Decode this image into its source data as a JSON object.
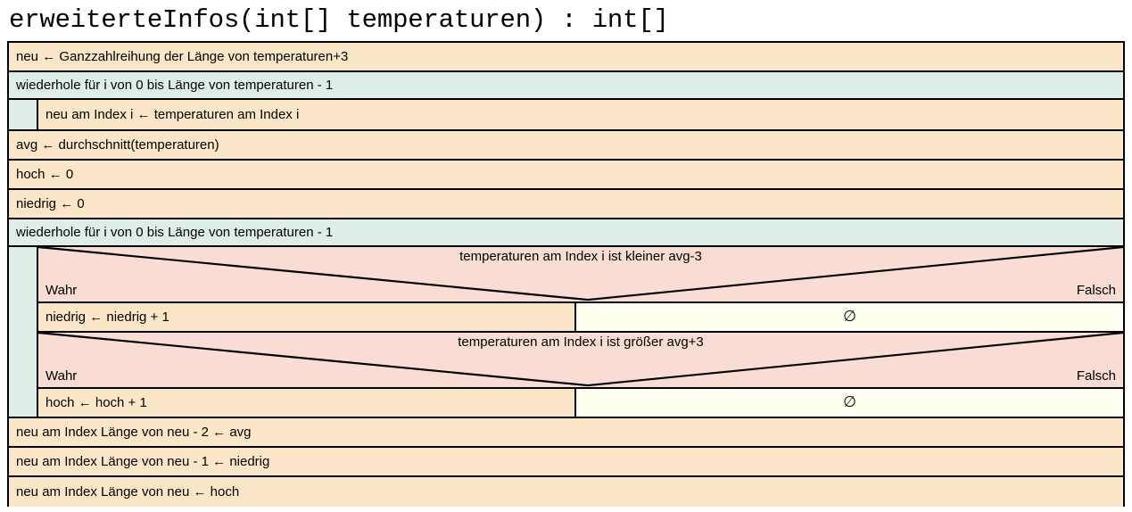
{
  "title": "erweiterteInfos(int[] temperaturen) : int[]",
  "colors": {
    "statement_bg": "#FBE6C8",
    "loop_bg": "#DEEEE6",
    "condition_bg": "#F9DCD3",
    "empty_bg": "#FFFFF0",
    "border": "#000000"
  },
  "blocks": {
    "init_array": "neu ← Ganzzahlreihung der Länge von temperaturen+3",
    "loop_copy": {
      "header": "wiederhole für i von 0 bis Länge von temperaturen - 1",
      "body": "neu am Index i ← temperaturen am Index i"
    },
    "avg": "avg ← durchschnitt(temperaturen)",
    "hoch_init": "hoch ← 0",
    "niedrig_init": "niedrig ← 0",
    "loop_count": {
      "header": "wiederhole für i von 0 bis Länge von temperaturen - 1",
      "cond_low": {
        "condition": "temperaturen am Index i ist kleiner avg-3",
        "true_label": "Wahr",
        "false_label": "Falsch",
        "true_body": "niedrig ← niedrig + 1",
        "false_body": "∅"
      },
      "cond_high": {
        "condition": "temperaturen am Index i ist größer avg+3",
        "true_label": "Wahr",
        "false_label": "Falsch",
        "true_body": "hoch ← hoch + 1",
        "false_body": "∅"
      }
    },
    "set_avg": "neu am Index Länge von neu - 2 ← avg",
    "set_niedrig": "neu am Index Länge von neu - 1 ← niedrig",
    "set_hoch": "neu am Index Länge von neu ← hoch"
  }
}
